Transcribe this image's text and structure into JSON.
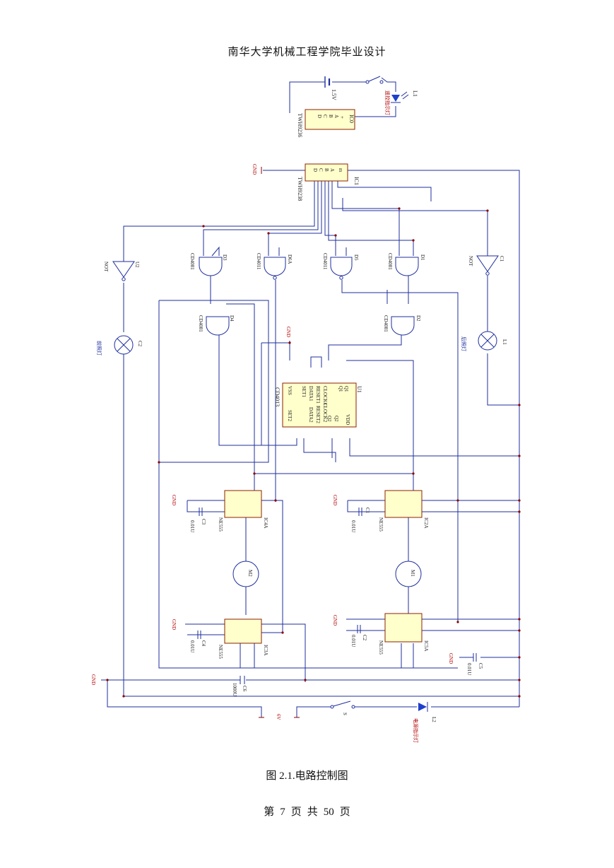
{
  "header": {
    "title": "南华大学机械工程学院毕业设计"
  },
  "caption": "图 2.1.电路控制图",
  "footer": {
    "page_prefix": "第",
    "page_number": "7",
    "page_mid": "页",
    "total_prefix": "共",
    "total_pages": "50",
    "page_suffix": "页"
  },
  "colors": {
    "wire": "#1f2f9e",
    "chip_fill": "#ffffcc",
    "chip_border": "#8b2000",
    "node": "#8b0000",
    "label_red": "#b00000"
  },
  "schematic": {
    "ic0": {
      "ref": "IC0",
      "part": "TWH9236",
      "pins": [
        "A",
        "B",
        "C",
        "D",
        "+"
      ]
    },
    "ic1": {
      "ref": "IC1",
      "part": "TWH9238",
      "pins": [
        "A",
        "B",
        "C",
        "D",
        "m"
      ]
    },
    "battery": "1.5V",
    "led_l1": {
      "ref": "L1",
      "name": "遥控指示灯"
    },
    "led_l2": {
      "ref": "L2",
      "name": "电源指示灯"
    },
    "u1": {
      "ref": "U1",
      "part": "CD4013",
      "pins_left": [
        "CLOCK1",
        "RESET1",
        "DATA1",
        "SET1",
        "VSS"
      ],
      "pins_right": [
        "CLOCK2",
        "RESET2",
        "DATA2",
        "SET2"
      ],
      "pins_q": [
        "Q1",
        "Q1",
        "Q2",
        "Q2"
      ],
      "vdd": "VDD"
    },
    "gates": [
      {
        "ref": "D3",
        "part": "CD4081"
      },
      {
        "ref": "D6A",
        "part": "CD4011"
      },
      {
        "ref": "D5",
        "part": "CD4011"
      },
      {
        "ref": "D1",
        "part": "CD4081"
      },
      {
        "ref": "D4",
        "part": "CD4081"
      },
      {
        "ref": "D2",
        "part": "CD4081"
      }
    ],
    "inverters": [
      {
        "ref": "U2",
        "part": "NOT"
      },
      {
        "ref": "C1",
        "part": "NOT"
      }
    ],
    "lamps": [
      {
        "ref": "C2",
        "name": "前照灯"
      },
      {
        "ref": "L1",
        "name": "后照灯"
      }
    ],
    "timers": [
      {
        "ref": "IC4A",
        "part": "NE555"
      },
      {
        "ref": "IC3A",
        "part": "NE555"
      },
      {
        "ref": "IC2A",
        "part": "NE555"
      },
      {
        "ref": "IC5A",
        "part": "NE555"
      }
    ],
    "caps": [
      {
        "ref": "C3",
        "value": "0.01U"
      },
      {
        "ref": "C4",
        "value": "0.01U"
      },
      {
        "ref": "C1",
        "value": "0.01U"
      },
      {
        "ref": "C2",
        "value": "0.01U"
      },
      {
        "ref": "C5",
        "value": "0.01U"
      },
      {
        "ref": "C6",
        "value": "1000U"
      }
    ],
    "motors": [
      "M2",
      "M1"
    ],
    "gnd": "GND",
    "supply": "6V",
    "switch": "S"
  }
}
